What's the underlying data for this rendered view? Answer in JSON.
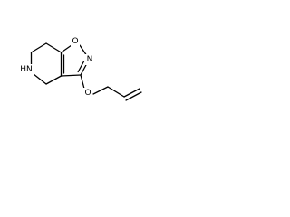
{
  "molecule": {
    "atoms": {
      "o1": "O",
      "n2": "N",
      "o3": "O",
      "nh5": "HN"
    }
  }
}
